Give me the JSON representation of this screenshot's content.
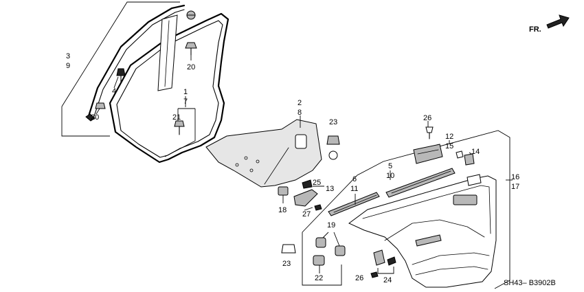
{
  "diagram_code": "SH43– B3902B",
  "direction_label": "FR.",
  "callouts": {
    "c1": "1",
    "c7": "7",
    "c3": "3",
    "c9": "9",
    "c4": "4",
    "c20a": "20",
    "c20b": "20",
    "c21": "21",
    "c2": "2",
    "c8": "8",
    "c23a": "23",
    "c23b": "23",
    "c25": "25",
    "c13": "13",
    "c18": "18",
    "c27": "27",
    "c6": "6",
    "c11": "11",
    "c5": "5",
    "c10": "10",
    "c26a": "26",
    "c26b": "26",
    "c12": "12",
    "c15": "15",
    "c14": "14",
    "c16": "16",
    "c17": "17",
    "c19": "19",
    "c22": "22",
    "c24": "24"
  }
}
